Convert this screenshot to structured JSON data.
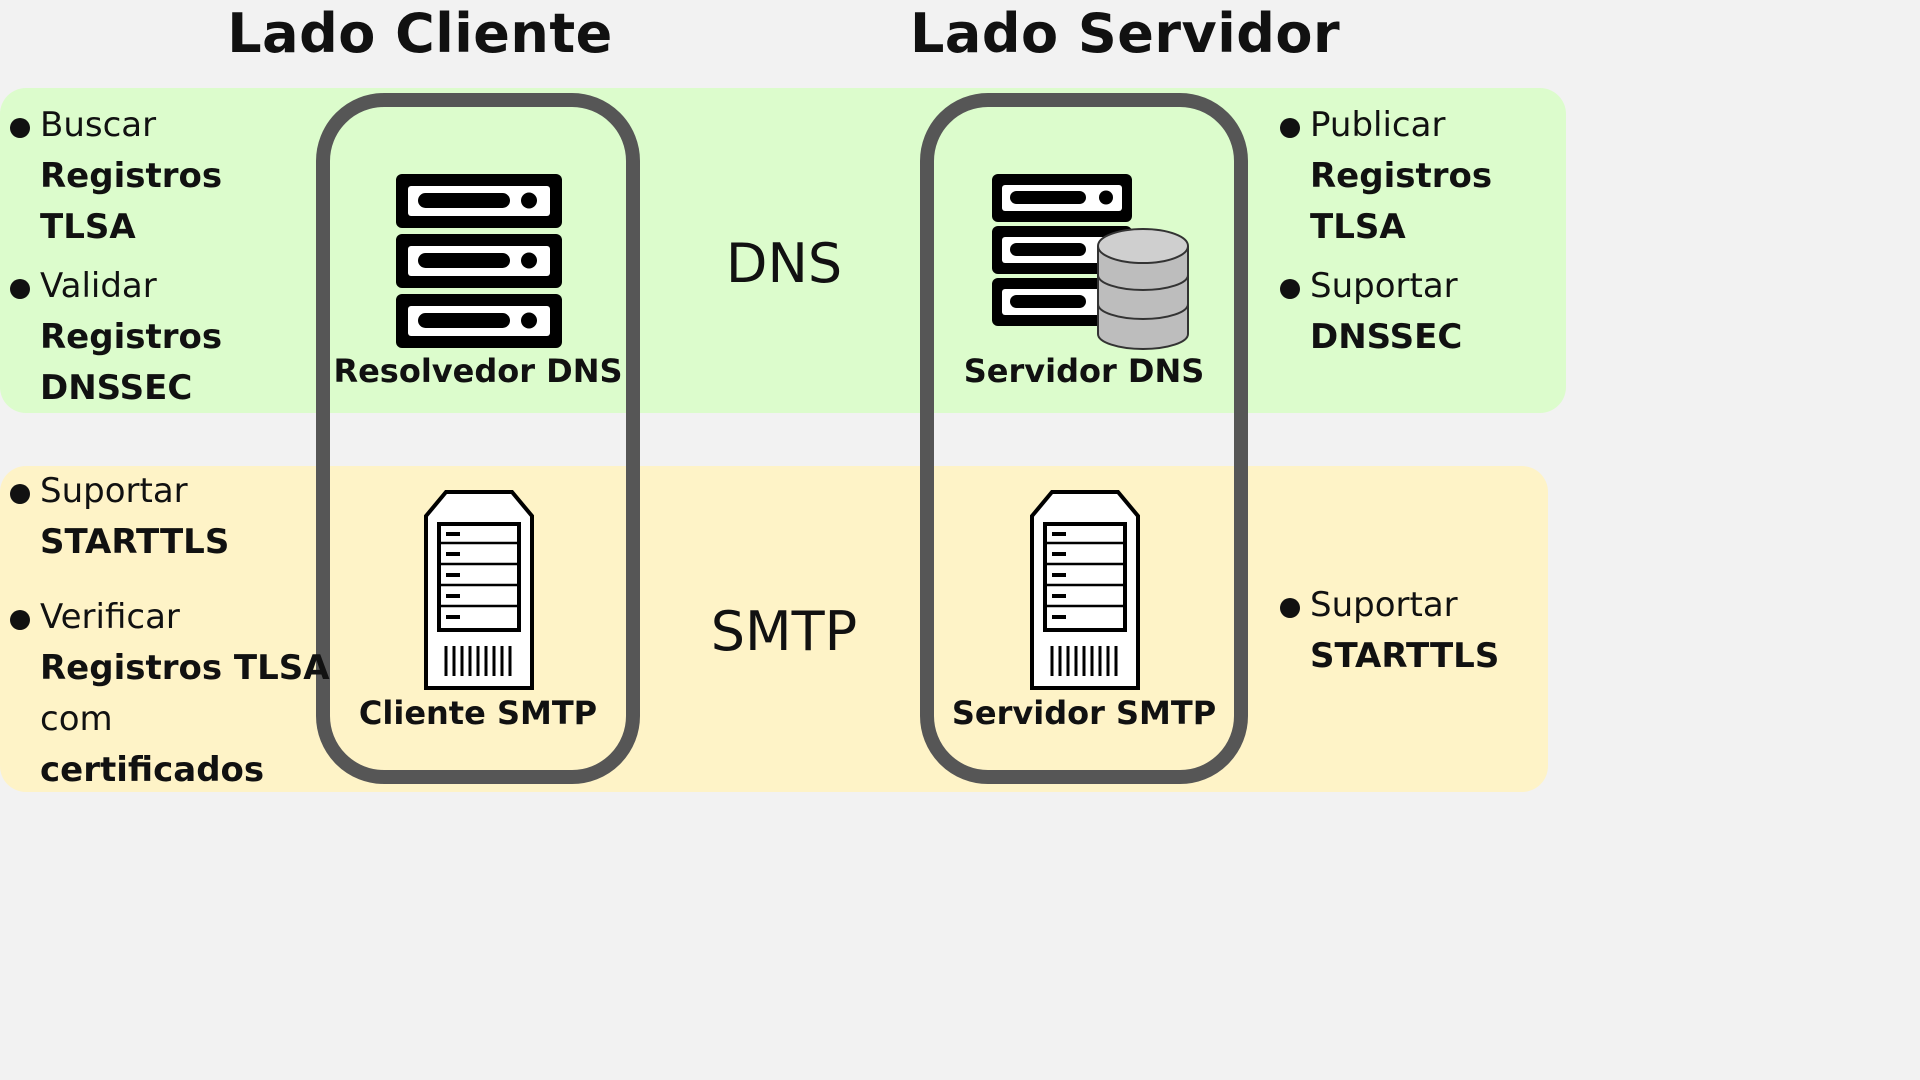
{
  "colors": {
    "background": "#f2f2f2",
    "dns_band": "#dcfccc",
    "smtp_band": "#fef3c7",
    "column_border": "#565656"
  },
  "titles": {
    "client": "Lado Cliente",
    "server": "Lado Servidor"
  },
  "protocols": {
    "dns": "DNS",
    "smtp": "SMTP"
  },
  "devices": {
    "resolver": {
      "label": "Resolvedor DNS",
      "icon": "server-rack-icon"
    },
    "dns_server": {
      "label": "Servidor DNS",
      "icon": "server-database-icon"
    },
    "smtp_client": {
      "label": "Cliente SMTP",
      "icon": "tower-server-icon"
    },
    "smtp_server": {
      "label": "Servidor SMTP",
      "icon": "tower-server-icon"
    }
  },
  "dns_client_items": [
    {
      "text": "Buscar",
      "bold": "Registros",
      "bold2": "TLSA"
    },
    {
      "text": "Validar",
      "bold": "Registros",
      "bold2": "DNSSEC"
    }
  ],
  "dns_server_items": [
    {
      "text": "Publicar",
      "bold": "Registros",
      "bold2": "TLSA"
    },
    {
      "text": "Suportar",
      "bold": "DNSSEC"
    }
  ],
  "smtp_client_items": [
    {
      "text": "Suportar",
      "bold": "STARTTLS"
    },
    {
      "text": "Verificar",
      "bold": "Registros TLSA",
      "plain2": "com",
      "bold2": "certificados"
    }
  ],
  "smtp_server_items": [
    {
      "text": "Suportar",
      "bold": "STARTTLS"
    }
  ]
}
